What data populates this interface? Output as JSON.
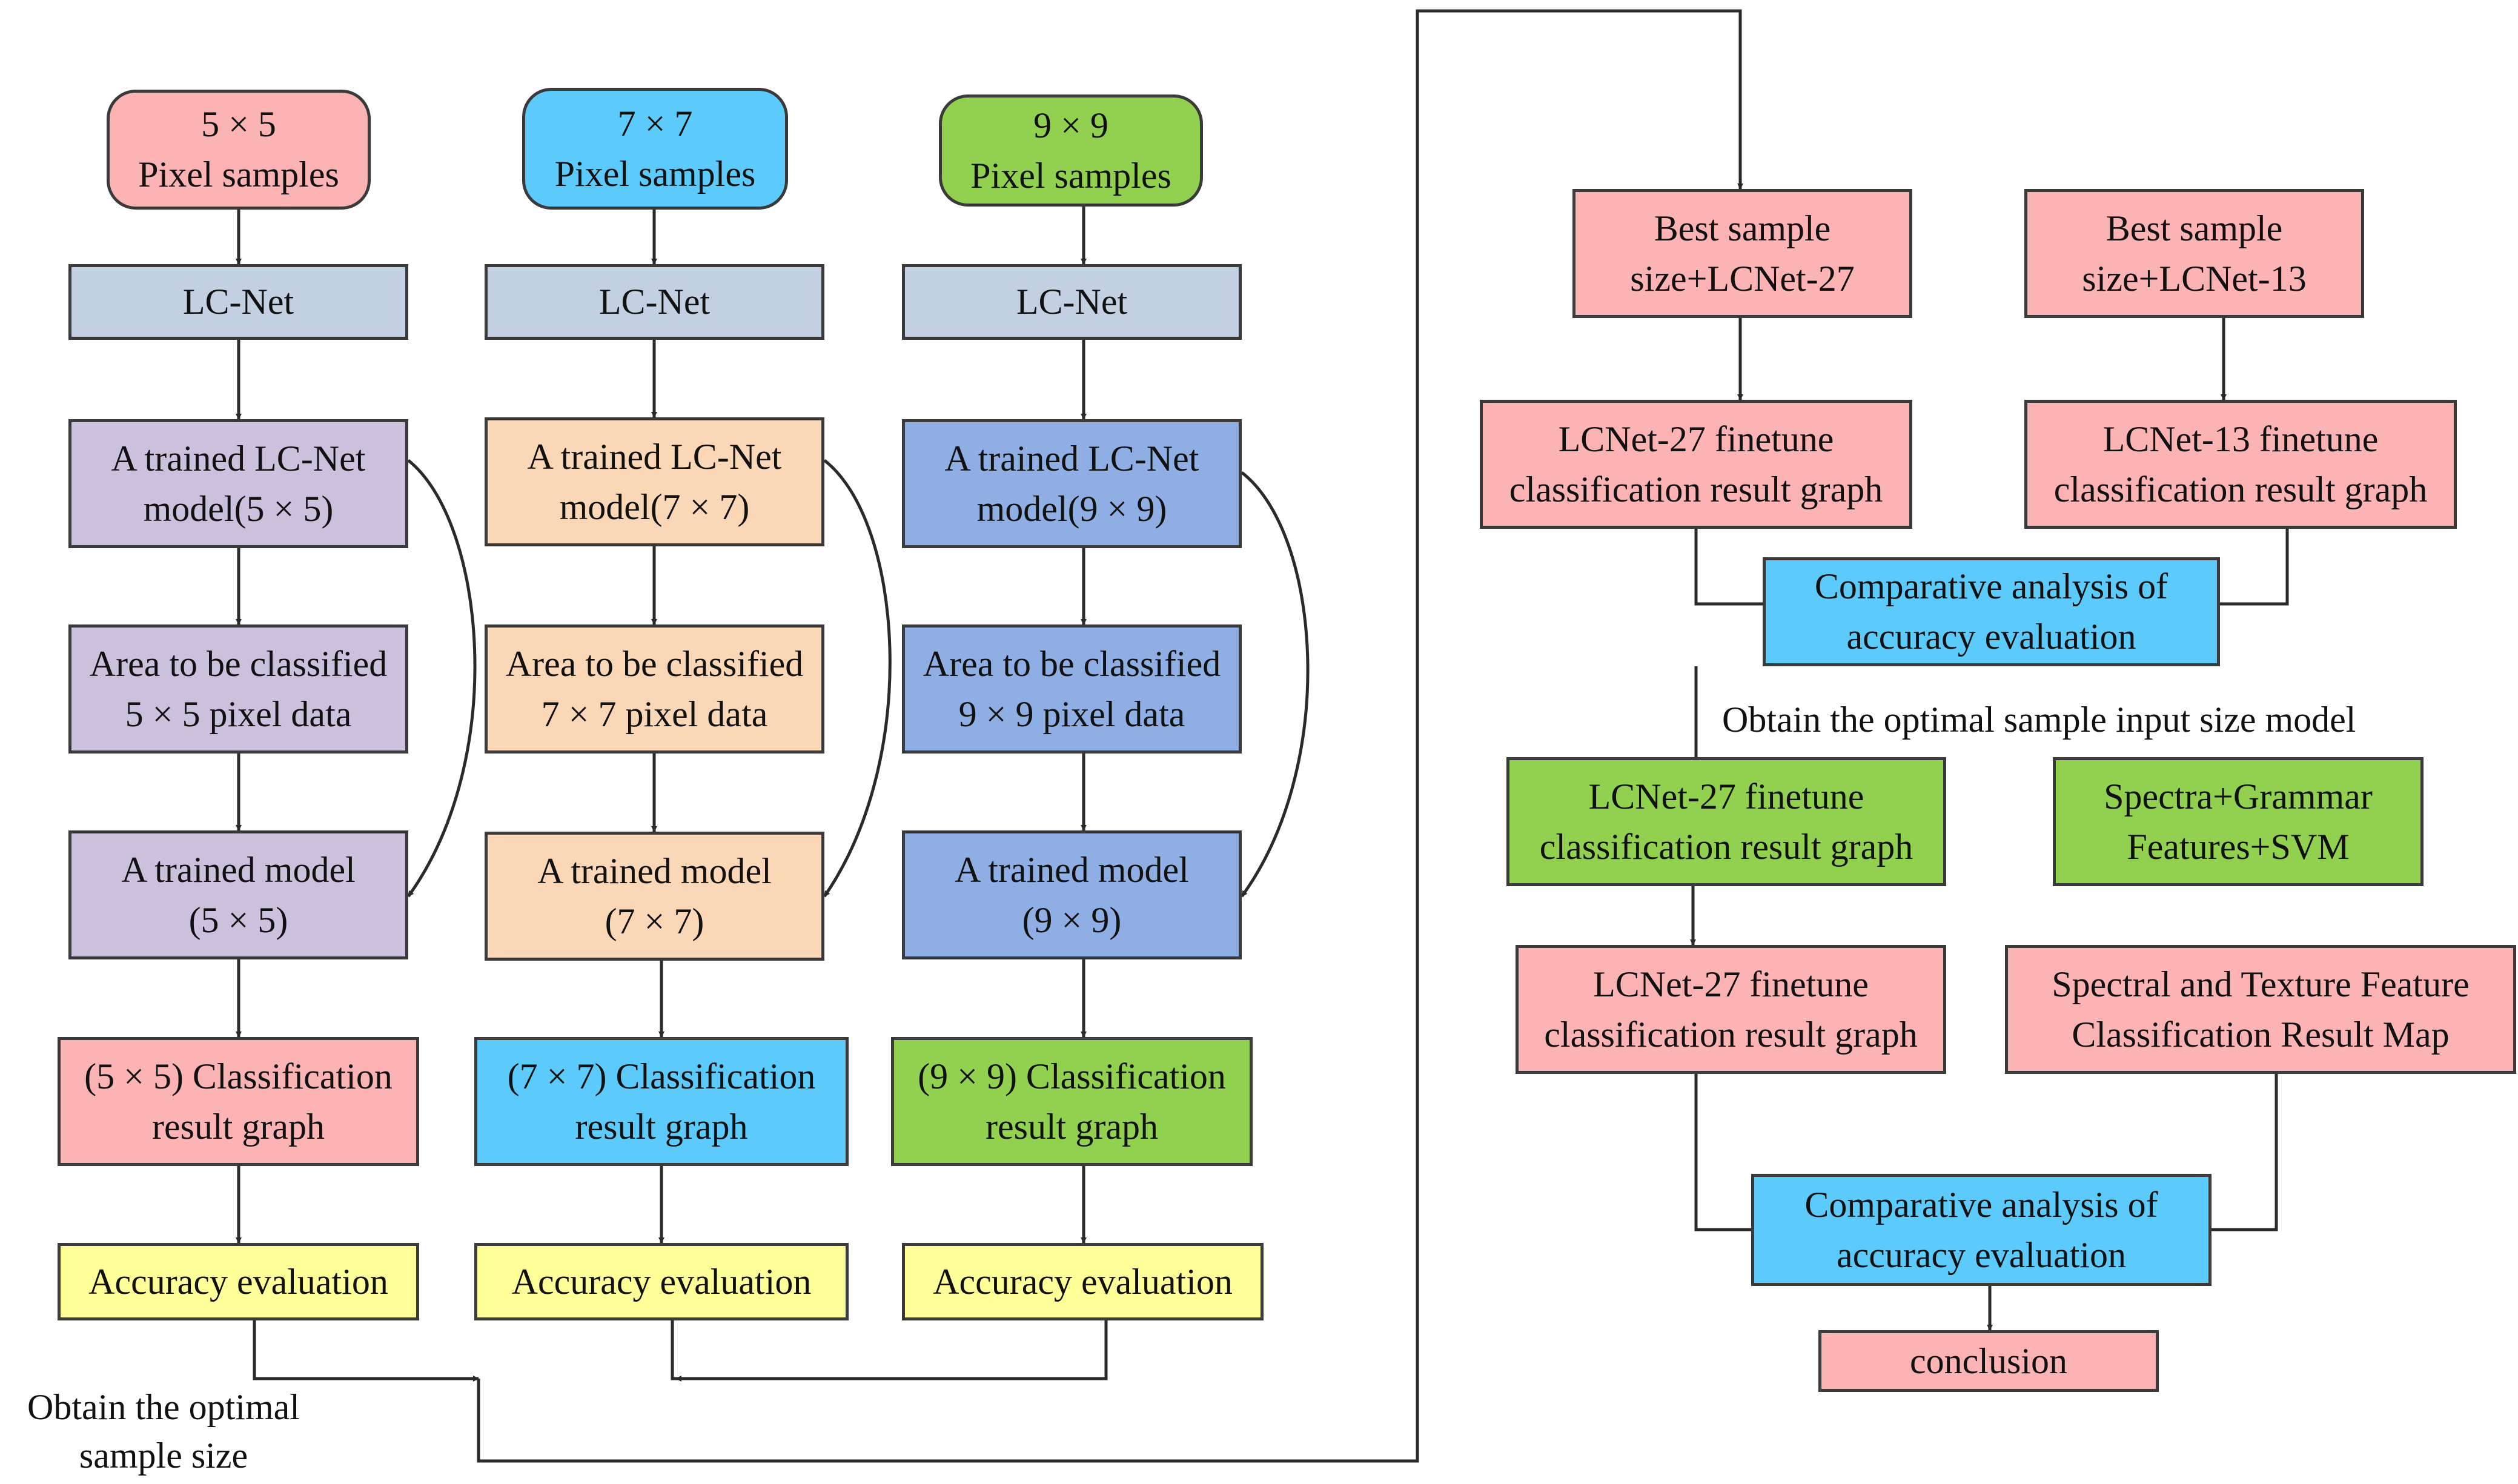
{
  "colors": {
    "pink": "#fbb3b4",
    "cyan": "#5ccbfc",
    "green": "#92d050",
    "steel": "#c3d0e2",
    "lavender": "#ccc1dc",
    "peach": "#fad7b7",
    "blue": "#8eaee4",
    "yellow": "#ffff99",
    "line": "#2a2a2a"
  },
  "columns": [
    {
      "sample": "5 × 5\nPixel samples",
      "net": "LC-Net",
      "trained_net": "A trained LC-Net\nmodel(5 × 5)",
      "area": "Area to be classified\n5 × 5 pixel data",
      "trained_model": "A trained model\n(5 × 5)",
      "result": "(5 × 5) Classification\nresult graph",
      "accuracy": "Accuracy evaluation"
    },
    {
      "sample": "7 × 7\nPixel samples",
      "net": "LC-Net",
      "trained_net": "A trained LC-Net\nmodel(7 × 7)",
      "area": "Area to be classified\n7 × 7 pixel data",
      "trained_model": "A trained model\n(7 × 7)",
      "result": "(7 × 7) Classification\nresult graph",
      "accuracy": "Accuracy evaluation"
    },
    {
      "sample": "9 × 9\nPixel samples",
      "net": "LC-Net",
      "trained_net": "A trained LC-Net\nmodel(9 × 9)",
      "area": "Area to be classified\n9 × 9 pixel data",
      "trained_model": "A trained model\n(9 × 9)",
      "result": "(9 × 9) Classification\nresult graph",
      "accuracy": "Accuracy evaluation"
    }
  ],
  "optimal_sample_size_label": "Obtain the optimal\nsample size",
  "right": {
    "best27": "Best sample\nsize+LCNet-27",
    "best13": "Best sample\nsize+LCNet-13",
    "ft27_a": "LCNet-27 finetune\nclassification result graph",
    "ft13": "LCNet-13 finetune\nclassification result graph",
    "compare1": "Comparative analysis of\naccuracy evaluation",
    "optimal_input_label": "Obtain the optimal sample input size model",
    "ft27_green": "LCNet-27 finetune\nclassification result graph",
    "svm": "Spectra+Grammar\nFeatures+SVM",
    "ft27_b": "LCNet-27 finetune\nclassification result graph",
    "texture_map": "Spectral and Texture Feature\nClassification Result Map",
    "compare2": "Comparative analysis of\naccuracy evaluation",
    "conclusion": "conclusion"
  }
}
